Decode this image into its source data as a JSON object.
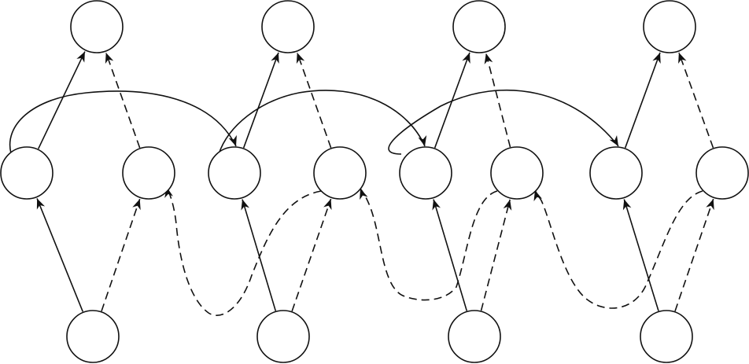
{
  "diagram": {
    "layers": [
      "top",
      "middle",
      "bottom"
    ],
    "nodes": [
      {
        "id": "t1",
        "layer": "top"
      },
      {
        "id": "t2",
        "layer": "top"
      },
      {
        "id": "t3",
        "layer": "top"
      },
      {
        "id": "t4",
        "layer": "top"
      },
      {
        "id": "m1a",
        "layer": "middle"
      },
      {
        "id": "m1b",
        "layer": "middle"
      },
      {
        "id": "m2a",
        "layer": "middle"
      },
      {
        "id": "m2b",
        "layer": "middle"
      },
      {
        "id": "m3a",
        "layer": "middle"
      },
      {
        "id": "m3b",
        "layer": "middle"
      },
      {
        "id": "m4a",
        "layer": "middle"
      },
      {
        "id": "m4b",
        "layer": "middle"
      },
      {
        "id": "b1",
        "layer": "bottom"
      },
      {
        "id": "b2",
        "layer": "bottom"
      },
      {
        "id": "b3",
        "layer": "bottom"
      },
      {
        "id": "b4",
        "layer": "bottom"
      }
    ],
    "edges": [
      {
        "from": "b1",
        "to": "m1a",
        "style": "solid"
      },
      {
        "from": "b1",
        "to": "m1b",
        "style": "dashed"
      },
      {
        "from": "b2",
        "to": "m2a",
        "style": "solid"
      },
      {
        "from": "b2",
        "to": "m2b",
        "style": "dashed"
      },
      {
        "from": "b3",
        "to": "m3a",
        "style": "solid"
      },
      {
        "from": "b3",
        "to": "m3b",
        "style": "dashed"
      },
      {
        "from": "b4",
        "to": "m4a",
        "style": "solid"
      },
      {
        "from": "b4",
        "to": "m4b",
        "style": "dashed"
      },
      {
        "from": "m1a",
        "to": "t1",
        "style": "solid"
      },
      {
        "from": "m1b",
        "to": "t1",
        "style": "dashed"
      },
      {
        "from": "m2a",
        "to": "t2",
        "style": "solid"
      },
      {
        "from": "m2b",
        "to": "t2",
        "style": "dashed"
      },
      {
        "from": "m3a",
        "to": "t3",
        "style": "solid"
      },
      {
        "from": "m3b",
        "to": "t3",
        "style": "dashed"
      },
      {
        "from": "m4a",
        "to": "t4",
        "style": "solid"
      },
      {
        "from": "m4b",
        "to": "t4",
        "style": "dashed"
      },
      {
        "from": "m1a",
        "to": "m2a",
        "style": "solid"
      },
      {
        "from": "m2a",
        "to": "m3a",
        "style": "solid"
      },
      {
        "from": "m3a",
        "to": "m4a",
        "style": "solid"
      },
      {
        "from": "m2b",
        "to": "m1b",
        "style": "dashed"
      },
      {
        "from": "m3b",
        "to": "m2b",
        "style": "dashed"
      },
      {
        "from": "m4b",
        "to": "m3b",
        "style": "dashed"
      }
    ]
  }
}
